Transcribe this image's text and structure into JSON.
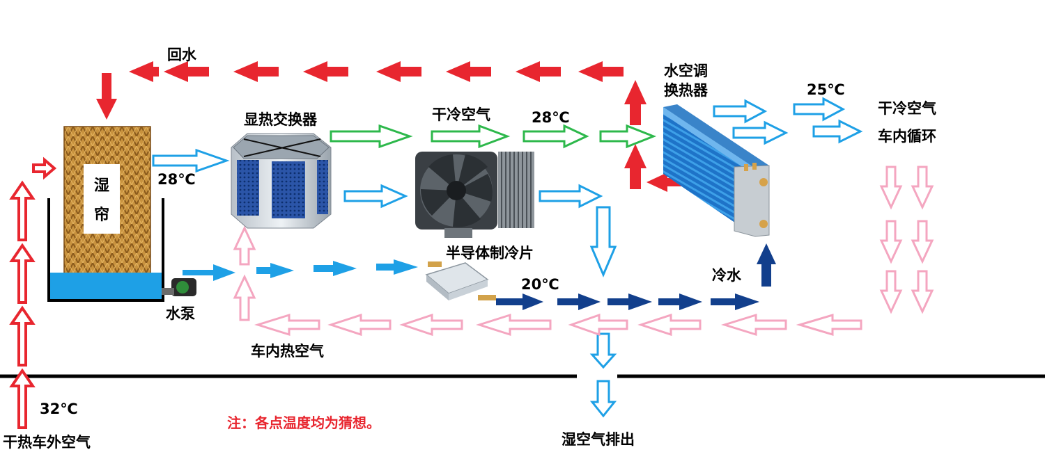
{
  "labels": {
    "return_water": "回水",
    "pad_char_1": "湿",
    "pad_char_2": "帘",
    "sensible_hx": "显热交换器",
    "dry_cold_air_mid": "干冷空气",
    "temp_28_mid": "28℃",
    "water_air_hx_line1": "水空调",
    "water_air_hx_line2": "换热器",
    "temp_25": "25℃",
    "dry_cold_air_right": "干冷空气",
    "cabin_circulation": "车内循环",
    "temp_28_left": "28℃",
    "semiconductor": "半导体制冷片",
    "temp_20": "20℃",
    "cold_water": "冷水",
    "pump": "水泵",
    "cabin_hot_air": "车内热空气",
    "temp_32": "32℃",
    "outside_air": "干热车外空气",
    "note": "注：各点温度均为猜想。",
    "humid_exhaust": "湿空气排出"
  },
  "colors": {
    "red": "#e8262f",
    "blue": "#1ea0e6",
    "green": "#2db84b",
    "pink": "#f4a6c0",
    "dark_blue": "#123f8c",
    "black": "#000000"
  },
  "icons": {
    "pad": "cooling-pad-icon",
    "hx": "heat-exchanger-icon",
    "cooler": "cpu-cooler-fan-icon",
    "radiator": "radiator-icon",
    "cold_plate": "water-cold-plate-icon",
    "pump": "water-pump-icon"
  }
}
